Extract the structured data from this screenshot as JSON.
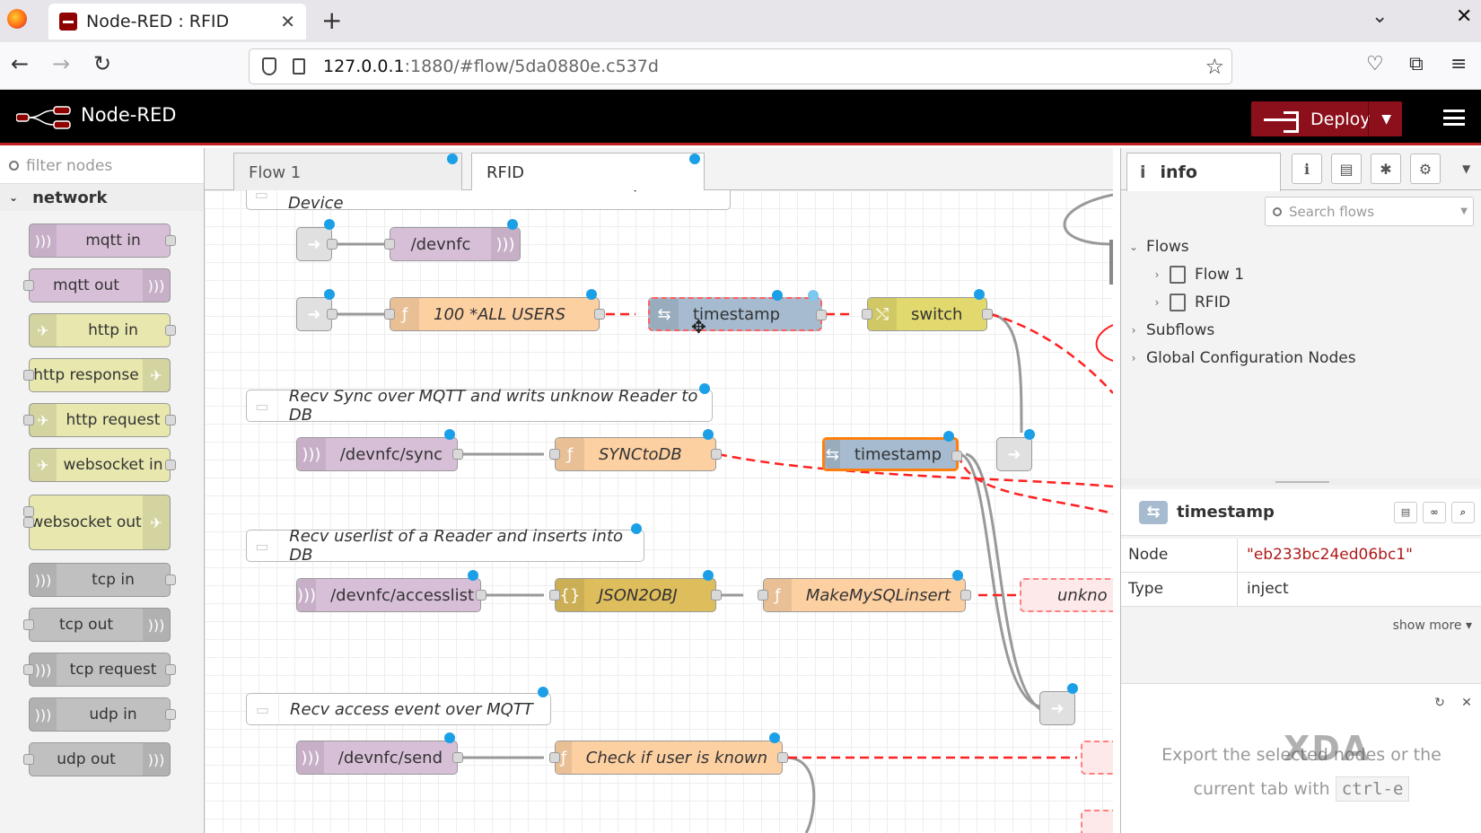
{
  "browser": {
    "tab_title": "Node-RED : RFID",
    "url_host": "127.0.0.1",
    "url_path": ":1880/#flow/5da0880e.c537d"
  },
  "header": {
    "title": "Node-RED",
    "deploy_label": "Deploy"
  },
  "palette": {
    "filter_placeholder": "filter nodes",
    "category": "network",
    "nodes": [
      {
        "label": "mqtt in",
        "color": "#d8bfd8"
      },
      {
        "label": "mqtt out",
        "color": "#d8bfd8"
      },
      {
        "label": "http in",
        "color": "#e7e7ae"
      },
      {
        "label": "http response",
        "color": "#e7e7ae"
      },
      {
        "label": "http request",
        "color": "#e7e7ae"
      },
      {
        "label": "websocket in",
        "color": "#e7e7ae"
      },
      {
        "label": "websocket out",
        "color": "#e7e7ae"
      },
      {
        "label": "tcp in",
        "color": "#c0c0c0"
      },
      {
        "label": "tcp out",
        "color": "#c0c0c0"
      },
      {
        "label": "tcp request",
        "color": "#c0c0c0"
      },
      {
        "label": "udp in",
        "color": "#c0c0c0"
      },
      {
        "label": "udp out",
        "color": "#c0c0c0"
      }
    ]
  },
  "workspace": {
    "tabs": [
      "Flow 1",
      "RFID"
    ],
    "comments": [
      "Iterates over user and sends them over MQTT to a Device",
      "Recv Sync over MQTT and writs unknow Reader to DB",
      "Recv userlist of a Reader and inserts into DB",
      "Recv access event over MQTT"
    ],
    "nodes": {
      "devnfc": "/devnfc",
      "all_users": "100 *ALL USERS",
      "timestamp_1": "timestamp",
      "switch": "switch",
      "devnfc_sync": "/devnfc/sync",
      "sync_to_db": "SYNCtoDB",
      "timestamp_2": "timestamp",
      "devnfc_accesslist": "/devnfc/accesslist",
      "json2obj": "JSON2OBJ",
      "make_mysql_insert": "MakeMySQLinsert",
      "unknown_partial": "unkno",
      "devnfc_send": "/devnfc/send",
      "check_user": "Check if user is known"
    },
    "colors": {
      "mqtt": "#d8bfd8",
      "function": "#fdd0a2",
      "change": "#a6bbcf",
      "switch": "#e2d96e",
      "json": "#debd5c",
      "inject": "#e0e0e0",
      "port_dot": "#1ba0e8",
      "wire_error": "#ff2020"
    }
  },
  "sidebar": {
    "tab_label": "info",
    "search_placeholder": "Search flows",
    "tree": {
      "flows_label": "Flows",
      "flow_items": [
        "Flow 1",
        "RFID"
      ],
      "subflows_label": "Subflows",
      "global_label": "Global Configuration Nodes"
    },
    "selected": {
      "name": "timestamp",
      "node_label": "Node",
      "node_value": "\"eb233bc24ed06bc1\"",
      "type_label": "Type",
      "type_value": "inject",
      "show_more": "show more"
    },
    "help": {
      "line1": "Export the selected nodes or the",
      "line2": "current tab with",
      "shortcut": "ctrl-e"
    }
  },
  "watermark": "XDA"
}
